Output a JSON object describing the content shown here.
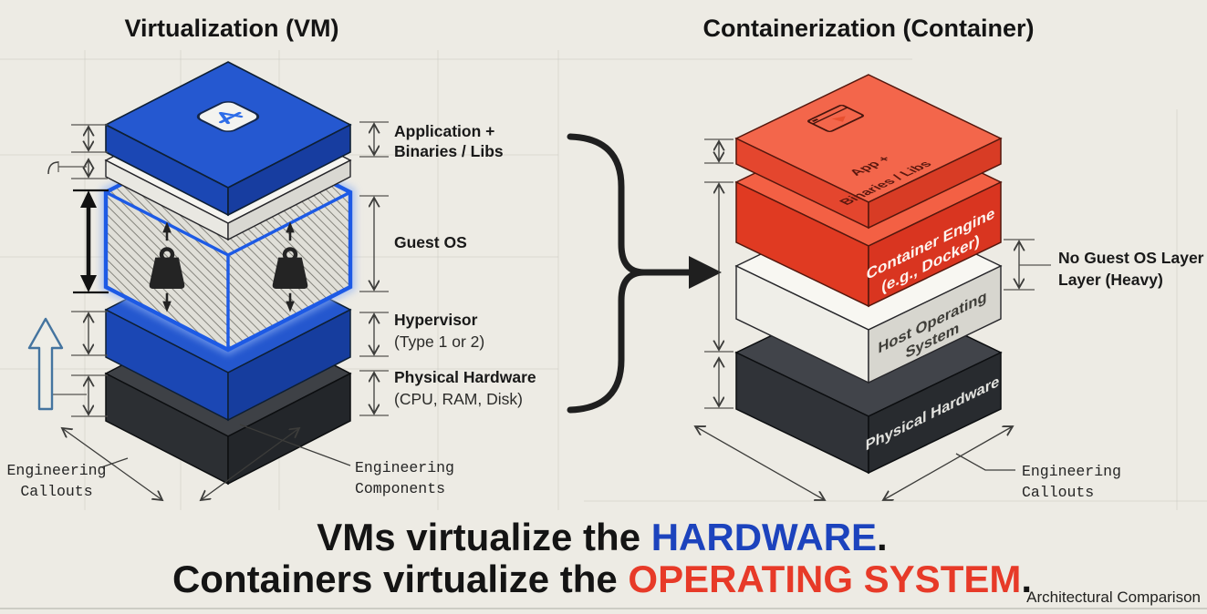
{
  "icons": {
    "vm_app": "app-store-icon",
    "container_app": "terminal-window-icon",
    "guest_weight": "heavy-weight-icon",
    "scale_up": "up-arrow-outline-icon",
    "flow": "brace-arrow-icon"
  },
  "colors": {
    "vm_blue": "#1c43bd",
    "container_red": "#e73a28",
    "hardware_dark": "#2c2f33",
    "background": "#edebe4",
    "guest_outline": "#1d5ae5"
  },
  "left": {
    "title": "Virtualization (VM)",
    "labels": {
      "app1": "Application +",
      "app2": "Binaries / Libs",
      "guest": "Guest OS",
      "hyp1": "Hypervisor",
      "hyp2": "(Type 1 or 2)",
      "hw1": "Physical Hardware",
      "hw2": "(CPU, RAM, Disk)"
    },
    "callout_left1": "Engineering",
    "callout_left2": "Callouts",
    "callout_right1": "Engineering",
    "callout_right2": "Components"
  },
  "right": {
    "title": "Containerization (Container)",
    "faces": {
      "app1": "App +",
      "app2": "Binaries / Libs",
      "engine1": "Container Engine",
      "engine2": "(e.g., Docker)",
      "host1": "Host Operating",
      "host2": "System",
      "hw": "Physical Hardware"
    },
    "note1": "No Guest OS Layer",
    "note2": "Layer (Heavy)",
    "callout1": "Engineering",
    "callout2": "Callouts"
  },
  "footer": {
    "l1a": "VMs virtualize the ",
    "l1b": "HARDWARE",
    "l1c": ".",
    "l2a": "Containers virtualize the ",
    "l2b": "OPERATING SYSTEM",
    "l2c": ".",
    "caption": "Architectural Comparison"
  }
}
